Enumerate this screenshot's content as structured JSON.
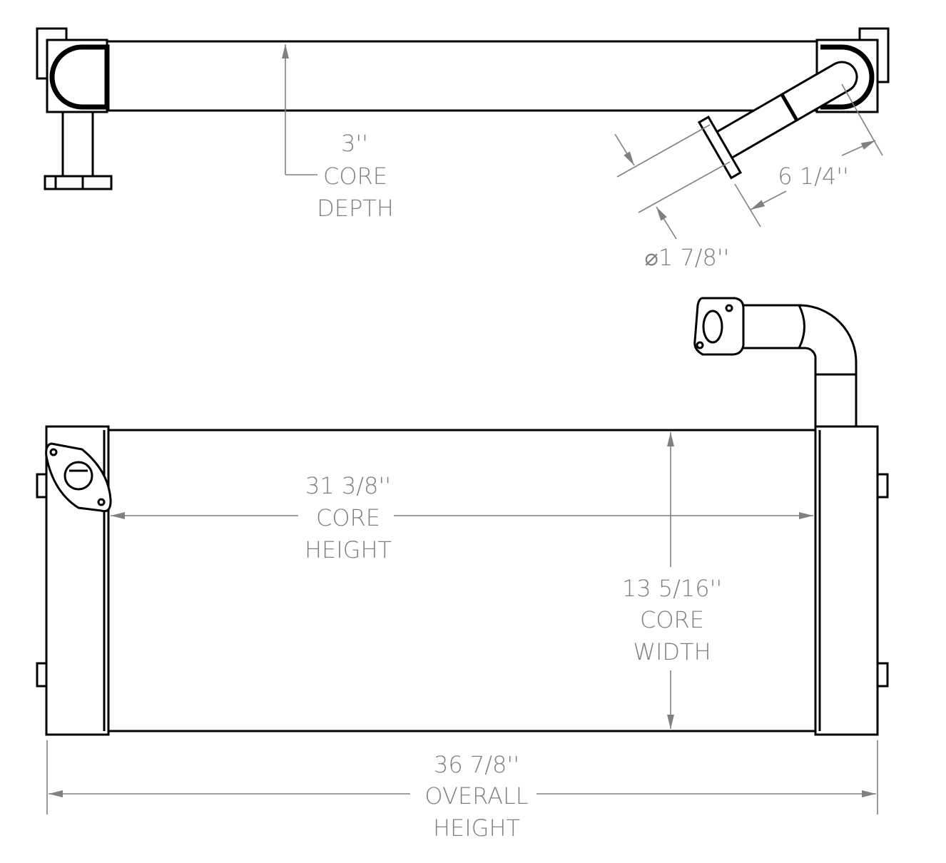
{
  "top_view": {
    "core_depth": {
      "value": "3''",
      "line1": "CORE",
      "line2": "DEPTH"
    },
    "outlet_length": {
      "value": "6 1/4''"
    },
    "outlet_diameter": {
      "value": "⌀1 7/8''"
    }
  },
  "front_view": {
    "core_height": {
      "value": "31 3/8''",
      "line1": "CORE",
      "line2": "HEIGHT"
    },
    "core_width": {
      "value": "13 5/16''",
      "line1": "CORE",
      "line2": "WIDTH"
    },
    "overall_height": {
      "value": "36 7/8''",
      "line1": "OVERALL",
      "line2": "HEIGHT"
    }
  },
  "colors": {
    "outline": "#000000",
    "dimension": "#808080",
    "background": "#ffffff"
  }
}
